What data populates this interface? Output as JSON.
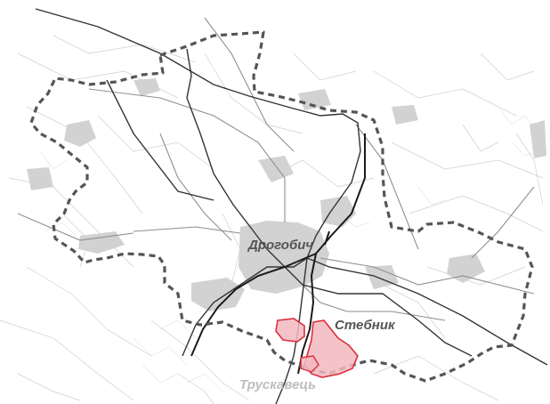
{
  "map": {
    "labels": {
      "main_city": "Дрогобич",
      "selected_town": "Стебник",
      "neighbor_town": "Трускавець"
    },
    "colors": {
      "boundary": "#555555",
      "main_road": "#333333",
      "railway": "#1a1a1a",
      "built_up": "#d2d2d2",
      "minor_road": "#c8c8c8",
      "highlight_fill": "#f2b8bf",
      "highlight_stroke": "#d9303e",
      "label_dark": "#555555",
      "label_light": "#bdbdbd"
    }
  }
}
